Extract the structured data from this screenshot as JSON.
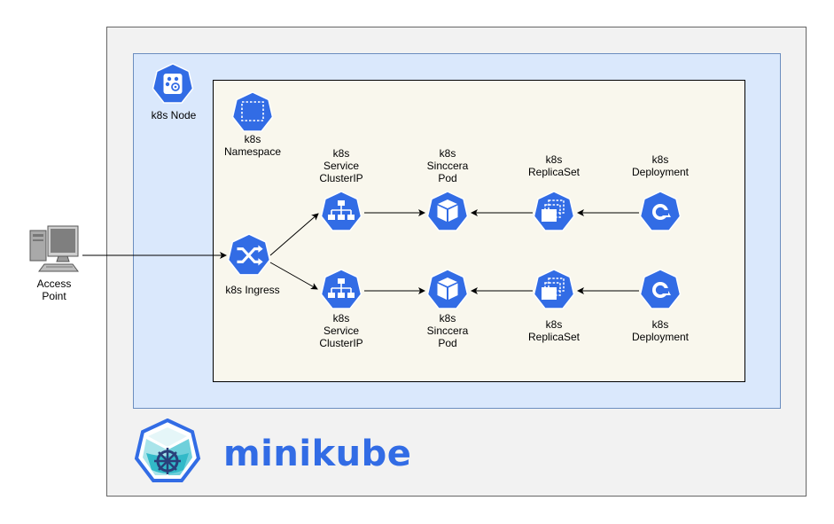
{
  "colors": {
    "k8s_blue": "#326ce5",
    "minikube_bg": "#f2f2f2",
    "node_bg": "#dae8fc",
    "node_border": "#6c8ebf",
    "namespace_bg": "#f9f7ed",
    "minikube_teal": "#32b9c8"
  },
  "access_point": {
    "label": "Access\nPoint",
    "icon": "computer-icon"
  },
  "node": {
    "label": "k8s Node",
    "icon": "k8s-node-icon"
  },
  "namespace": {
    "label": "k8s\nNamespace",
    "icon": "k8s-namespace-icon"
  },
  "ingress": {
    "label": "k8s Ingress",
    "icon": "k8s-ingress-icon"
  },
  "rows": [
    {
      "service_label": "k8s\nService\nClusterIP",
      "pod_label": "k8s\nSinccera\nPod",
      "replicaset_label": "k8s\nReplicaSet",
      "deployment_label": "k8s\nDeployment"
    },
    {
      "service_label": "k8s\nService\nClusterIP",
      "pod_label": "k8s\nSinccera\nPod",
      "replicaset_label": "k8s\nReplicaSet",
      "deployment_label": "k8s\nDeployment"
    }
  ],
  "brand": {
    "text": "minikube",
    "icon": "minikube-logo-icon"
  }
}
